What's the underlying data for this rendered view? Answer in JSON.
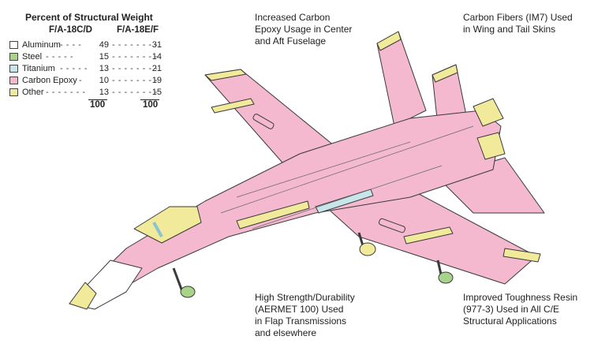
{
  "legend": {
    "title": "Percent of Structural Weight",
    "col1": "F/A-18C/D",
    "col2": "F/A-18E/F",
    "rows": [
      {
        "name": "Aluminum",
        "v1": "49",
        "v2": "31",
        "color": "#ffffff"
      },
      {
        "name": "Steel",
        "v1": "15",
        "v2": "14",
        "color": "#a8d48a"
      },
      {
        "name": "Titanium",
        "v1": "13",
        "v2": "21",
        "color": "#c7e6ea"
      },
      {
        "name": "Carbon Epoxy",
        "v1": "10",
        "v2": "19",
        "color": "#f4b8cf"
      },
      {
        "name": "Other",
        "v1": "13",
        "v2": "15",
        "color": "#f0ea9a"
      }
    ],
    "total1": "100",
    "total2": "100"
  },
  "annotations": {
    "center_fuselage": [
      "Increased Carbon",
      "Epoxy Usage in Center",
      "and Aft Fuselage"
    ],
    "wing_tail": [
      "Carbon Fibers (IM7) Used",
      "in Wing and Tail Skins"
    ],
    "flap": [
      "High Strength/Durability",
      "(AERMET 100) Used",
      "in Flap Transmissions",
      "and elsewhere"
    ],
    "resin": [
      "Improved Toughness Resin",
      "(977-3) Used in All C/E",
      "Structural Applications"
    ]
  },
  "colors": {
    "carbon_epoxy": "#f4b8cf",
    "other": "#f0ea9a",
    "steel": "#a8d48a",
    "titanium": "#c7e6ea",
    "aluminum": "#ffffff",
    "outline": "#3a3a3a"
  }
}
